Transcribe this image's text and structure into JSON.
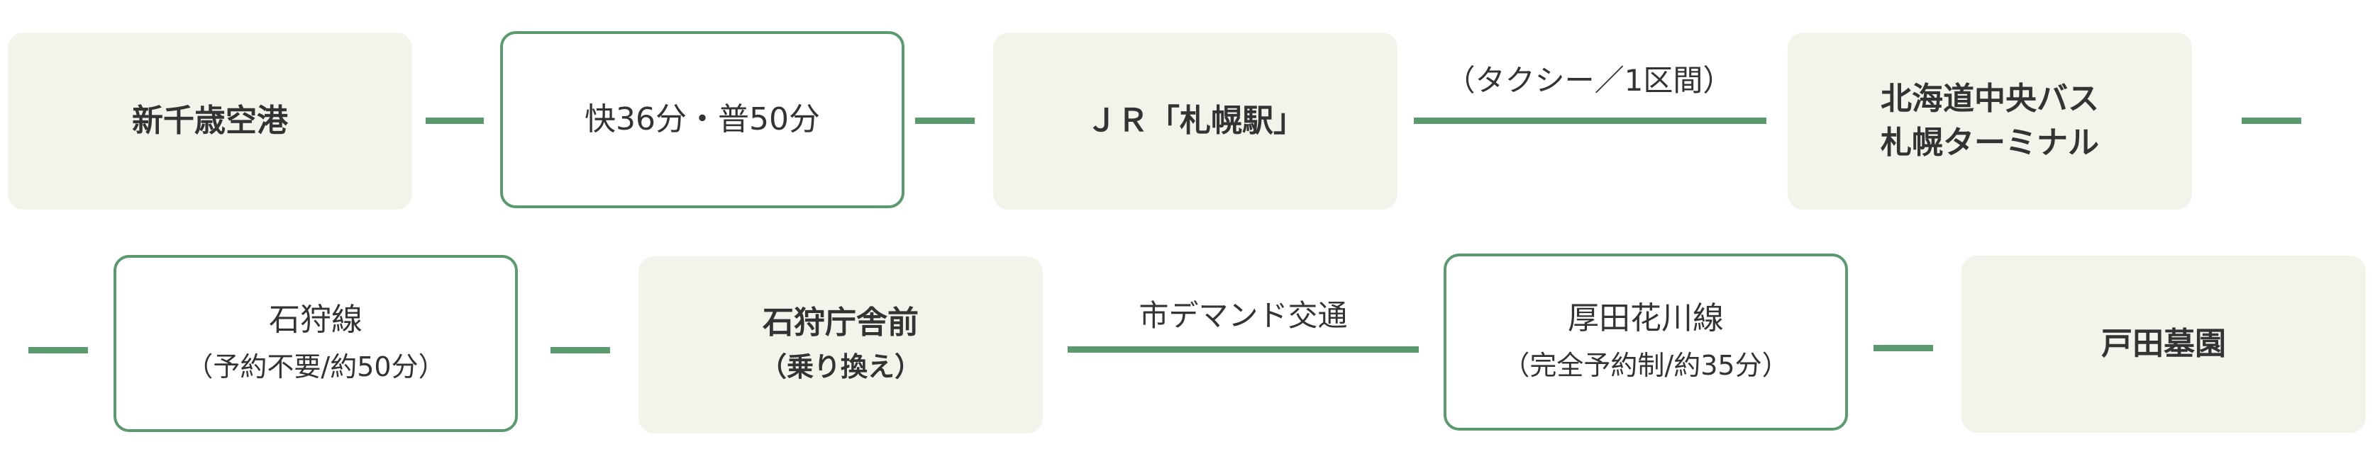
{
  "colors": {
    "accent": "#5a9a6e",
    "station_fill": "#f3f3eb",
    "text": "#333333"
  },
  "row1": {
    "station1": "新千歳空港",
    "route1": "快36分・普50分",
    "station2": "ＪＲ「札幌駅」",
    "transfer_label": "（タクシー／1区間）",
    "station3_line1": "北海道中央バス",
    "station3_line2": "札幌ターミナル"
  },
  "row2": {
    "route2_name": "石狩線",
    "route2_note": "（予約不要/約50分）",
    "station4_name": "石狩庁舎前",
    "station4_note": "（乗り換え）",
    "transfer_label": "市デマンド交通",
    "route3_name": "厚田花川線",
    "route3_note": "（完全予約制/約35分）",
    "station5": "戸田墓園"
  }
}
